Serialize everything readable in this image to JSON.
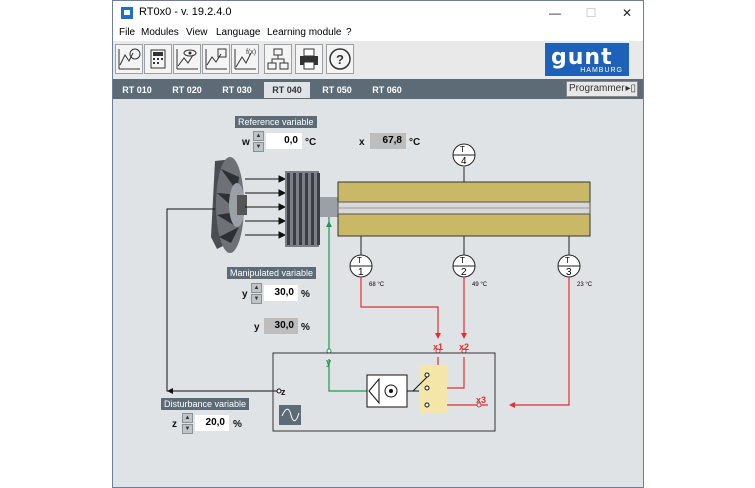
{
  "window": {
    "title": "RT0x0 - v. 19.2.4.0",
    "minimize": "—",
    "maximize": "☐",
    "close": "✕"
  },
  "menu": [
    "File",
    "Modules",
    "View",
    "Language",
    "Learning module",
    "?"
  ],
  "logo": {
    "brand": "gunt",
    "sub": "HAMBURG"
  },
  "tabs": [
    "RT 010",
    "RT 020",
    "RT 030",
    "RT 040",
    "RT 050",
    "RT 060"
  ],
  "active_tab": "RT 040",
  "programmer_label": "Programmer",
  "reference": {
    "title": "Reference variable",
    "symbol": "w",
    "value": "0,0",
    "unit": "°C"
  },
  "actual": {
    "symbol": "x",
    "value": "67,8",
    "unit": "°C"
  },
  "manipulated": {
    "title": "Manipulated variable",
    "symbol": "y",
    "value": "30,0",
    "unit": "%"
  },
  "manipulated_actual": {
    "symbol": "y",
    "value": "30,0",
    "unit": "%"
  },
  "disturbance": {
    "title": "Disturbance variable",
    "symbol": "z",
    "value": "20,0",
    "unit": "%"
  },
  "sensors": [
    {
      "tag": "T",
      "num": "1",
      "reading": "68 °C"
    },
    {
      "tag": "T",
      "num": "2",
      "reading": "49 °C"
    },
    {
      "tag": "T",
      "num": "3",
      "reading": "23 °C"
    },
    {
      "tag": "T",
      "num": "4",
      "reading": ""
    }
  ],
  "signals": {
    "x1": "x1",
    "x2": "x2",
    "x3": "x3",
    "y": "y",
    "z": "z"
  },
  "colors": {
    "red": "#e03030",
    "green": "#1a9a50",
    "tab_bar": "#5d6b77",
    "logo": "#1d62b8"
  }
}
